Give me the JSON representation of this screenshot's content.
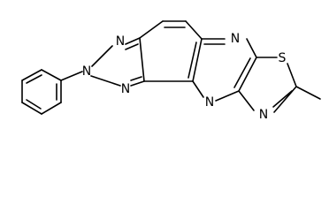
{
  "atom_labels": {
    "triazole_n_top": "N",
    "triazole_n_center": "N",
    "triazole_n_bottom": "N",
    "pyrazine_n_top": "N",
    "pyrazine_n_bottom": "N",
    "thiazole_s": "S",
    "thiazole_n": "N"
  },
  "colors": {
    "bond": "#000000",
    "label": "#000000",
    "background": "#ffffff"
  }
}
